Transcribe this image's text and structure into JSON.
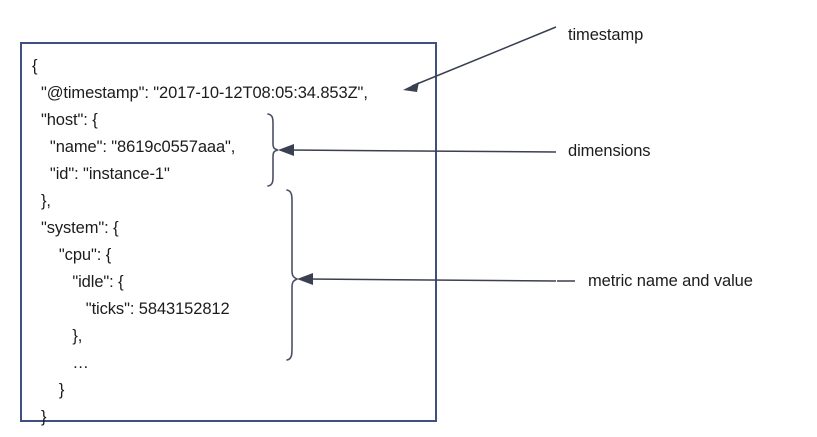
{
  "diagram": {
    "title_present": false,
    "box": {
      "name": "json-document-box",
      "border_color": "#3f4f7f",
      "background": "#ffffff"
    },
    "json_lines": [
      "{",
      "  \"@timestamp\": \"2017-10-12T08:05:34.853Z\",",
      "  \"host\": {",
      "    \"name\": \"8619c0557aaa\",",
      "    \"id\": \"instance-1\"",
      "  },",
      "  \"system\": {",
      "      \"cpu\": {",
      "         \"idle\": {",
      "            \"ticks\": 5843152812",
      "         },",
      "         …",
      "      }",
      "  }",
      "}"
    ],
    "json_fields": {
      "timestamp_key": "@timestamp",
      "timestamp_value": "2017-10-12T08:05:34.853Z",
      "host_key": "host",
      "host_name_key": "name",
      "host_name_value": "8619c0557aaa",
      "host_id_key": "id",
      "host_id_value": "instance-1",
      "system_key": "system",
      "cpu_key": "cpu",
      "idle_key": "idle",
      "ticks_key": "ticks",
      "ticks_value": "5843152812",
      "ellipsis": "…"
    },
    "annotations": [
      {
        "id": "timestamp",
        "label": "timestamp",
        "points_to": "@timestamp line",
        "connector": "diagonal-arrow"
      },
      {
        "id": "dimensions",
        "label": "dimensions",
        "points_to": "host object",
        "connector": "brace-and-arrow"
      },
      {
        "id": "metric",
        "label": "metric name and value",
        "points_to": "system.cpu.idle.ticks",
        "connector": "brace-and-arrow"
      }
    ],
    "colors": {
      "box_border": "#3f4f7f",
      "text": "#1c1c1c",
      "connector": "#3a3f52",
      "brace": "#4a4f63",
      "background": "#ffffff"
    }
  }
}
